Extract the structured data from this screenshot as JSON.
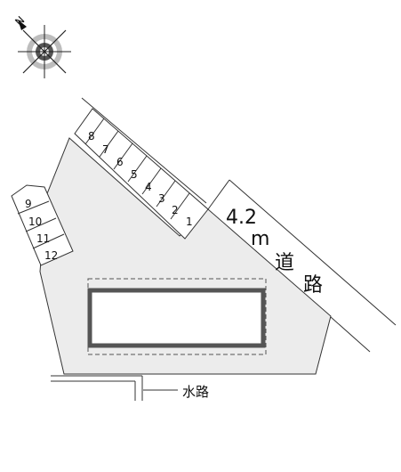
{
  "compass": {
    "label": "N",
    "icon": "compass-rose-icon"
  },
  "road": {
    "width_label": "4.2",
    "unit_label": "m",
    "char1": "道",
    "char2": "路"
  },
  "parking_row_a": [
    "8",
    "7",
    "6",
    "5",
    "4",
    "3",
    "2",
    "1"
  ],
  "parking_row_b": [
    "9",
    "10",
    "11",
    "12"
  ],
  "waterway_label": "水路",
  "colors": {
    "lot_fill": "#ececec",
    "outline": "#333333",
    "building_wall": "#555555",
    "background": "#ffffff"
  }
}
